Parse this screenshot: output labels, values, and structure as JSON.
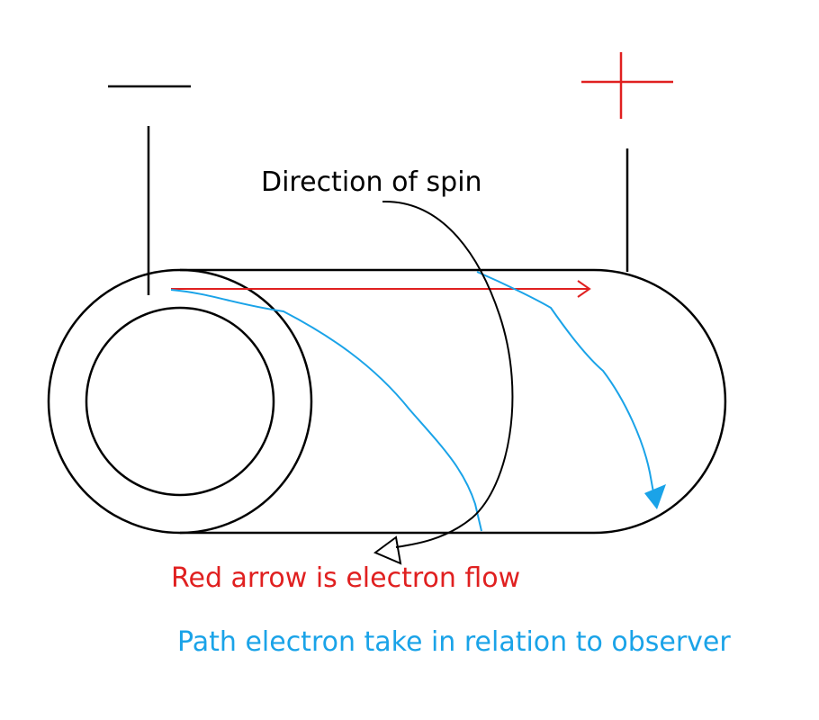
{
  "labels": {
    "direction": "Direction of spin",
    "electron_flow": "Red arrow is electron flow",
    "path": "Path electron take in relation to observer"
  },
  "colors": {
    "black": "#000000",
    "red": "#e02020",
    "blue": "#1aa3e8"
  }
}
